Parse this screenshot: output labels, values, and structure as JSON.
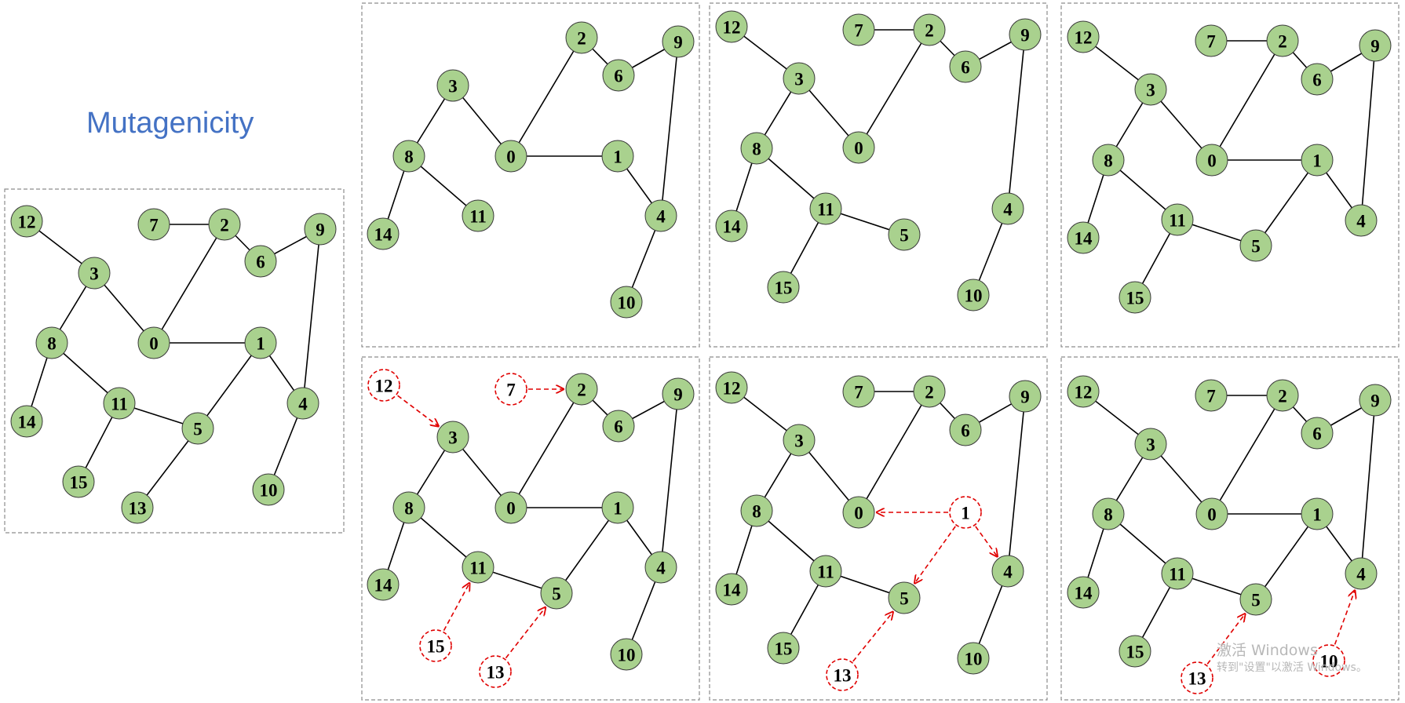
{
  "title": "Mutagenicity",
  "watermark": {
    "line1": "激活 Windows",
    "line2": "转到\"设置\"以激活 Windows。"
  },
  "colors": {
    "node_fill": "#a9d18e",
    "removed_stroke": "#e00000",
    "title": "#4472c4"
  },
  "panels": [
    {
      "id": "original",
      "nodes": [
        {
          "id": "12"
        },
        {
          "id": "7"
        },
        {
          "id": "2"
        },
        {
          "id": "9"
        },
        {
          "id": "6"
        },
        {
          "id": "3"
        },
        {
          "id": "8"
        },
        {
          "id": "0"
        },
        {
          "id": "1"
        },
        {
          "id": "14"
        },
        {
          "id": "11"
        },
        {
          "id": "5"
        },
        {
          "id": "4"
        },
        {
          "id": "15"
        },
        {
          "id": "13"
        },
        {
          "id": "10"
        }
      ],
      "edges": [
        [
          "12",
          "3"
        ],
        [
          "7",
          "2"
        ],
        [
          "2",
          "6"
        ],
        [
          "6",
          "9"
        ],
        [
          "2",
          "0"
        ],
        [
          "3",
          "0"
        ],
        [
          "3",
          "8"
        ],
        [
          "8",
          "14"
        ],
        [
          "8",
          "11"
        ],
        [
          "0",
          "1"
        ],
        [
          "1",
          "5"
        ],
        [
          "1",
          "4"
        ],
        [
          "9",
          "4"
        ],
        [
          "11",
          "5"
        ],
        [
          "11",
          "15"
        ],
        [
          "5",
          "13"
        ],
        [
          "4",
          "10"
        ]
      ]
    },
    {
      "id": "view-1",
      "nodes": [
        {
          "id": "2"
        },
        {
          "id": "9"
        },
        {
          "id": "6"
        },
        {
          "id": "3"
        },
        {
          "id": "8"
        },
        {
          "id": "0"
        },
        {
          "id": "1"
        },
        {
          "id": "11"
        },
        {
          "id": "4"
        },
        {
          "id": "14"
        },
        {
          "id": "10"
        }
      ],
      "edges": [
        [
          "3",
          "0"
        ],
        [
          "3",
          "8"
        ],
        [
          "8",
          "14"
        ],
        [
          "8",
          "11"
        ],
        [
          "0",
          "2"
        ],
        [
          "2",
          "6"
        ],
        [
          "6",
          "9"
        ],
        [
          "0",
          "1"
        ],
        [
          "1",
          "4"
        ],
        [
          "9",
          "4"
        ],
        [
          "4",
          "10"
        ]
      ]
    },
    {
      "id": "view-2",
      "nodes": [
        {
          "id": "12"
        },
        {
          "id": "7"
        },
        {
          "id": "2"
        },
        {
          "id": "9"
        },
        {
          "id": "6"
        },
        {
          "id": "3"
        },
        {
          "id": "0"
        },
        {
          "id": "8"
        },
        {
          "id": "11"
        },
        {
          "id": "14"
        },
        {
          "id": "5"
        },
        {
          "id": "4"
        },
        {
          "id": "15"
        },
        {
          "id": "10"
        }
      ],
      "edges": [
        [
          "12",
          "3"
        ],
        [
          "7",
          "2"
        ],
        [
          "2",
          "6"
        ],
        [
          "6",
          "9"
        ],
        [
          "3",
          "0"
        ],
        [
          "0",
          "2"
        ],
        [
          "3",
          "8"
        ],
        [
          "8",
          "14"
        ],
        [
          "8",
          "11"
        ],
        [
          "11",
          "5"
        ],
        [
          "11",
          "15"
        ],
        [
          "9",
          "4"
        ],
        [
          "4",
          "10"
        ]
      ]
    },
    {
      "id": "view-3",
      "nodes": [
        {
          "id": "12"
        },
        {
          "id": "7"
        },
        {
          "id": "2"
        },
        {
          "id": "9"
        },
        {
          "id": "6"
        },
        {
          "id": "3"
        },
        {
          "id": "8"
        },
        {
          "id": "0"
        },
        {
          "id": "1"
        },
        {
          "id": "11"
        },
        {
          "id": "14"
        },
        {
          "id": "4"
        },
        {
          "id": "5"
        },
        {
          "id": "15"
        }
      ],
      "edges": [
        [
          "12",
          "3"
        ],
        [
          "7",
          "2"
        ],
        [
          "2",
          "6"
        ],
        [
          "6",
          "9"
        ],
        [
          "2",
          "0"
        ],
        [
          "3",
          "0"
        ],
        [
          "3",
          "8"
        ],
        [
          "8",
          "14"
        ],
        [
          "8",
          "11"
        ],
        [
          "0",
          "1"
        ],
        [
          "1",
          "5"
        ],
        [
          "1",
          "4"
        ],
        [
          "9",
          "4"
        ],
        [
          "11",
          "5"
        ],
        [
          "11",
          "15"
        ]
      ]
    },
    {
      "id": "view-1-recovery",
      "nodes": [
        {
          "id": "12",
          "removed": true
        },
        {
          "id": "7",
          "removed": true
        },
        {
          "id": "2"
        },
        {
          "id": "9"
        },
        {
          "id": "6"
        },
        {
          "id": "3"
        },
        {
          "id": "8"
        },
        {
          "id": "0"
        },
        {
          "id": "1"
        },
        {
          "id": "11"
        },
        {
          "id": "5"
        },
        {
          "id": "4"
        },
        {
          "id": "14"
        },
        {
          "id": "15",
          "removed": true
        },
        {
          "id": "13",
          "removed": true
        },
        {
          "id": "10"
        }
      ],
      "edges": [
        [
          "3",
          "0"
        ],
        [
          "3",
          "8"
        ],
        [
          "8",
          "14"
        ],
        [
          "8",
          "11"
        ],
        [
          "0",
          "2"
        ],
        [
          "2",
          "6"
        ],
        [
          "6",
          "9"
        ],
        [
          "0",
          "1"
        ],
        [
          "1",
          "5"
        ],
        [
          "1",
          "4"
        ],
        [
          "9",
          "4"
        ],
        [
          "11",
          "5"
        ],
        [
          "4",
          "10"
        ]
      ],
      "dashed_edges": [
        [
          "12",
          "3"
        ],
        [
          "7",
          "2"
        ],
        [
          "15",
          "11"
        ],
        [
          "13",
          "5"
        ]
      ]
    },
    {
      "id": "view-2-recovery",
      "nodes": [
        {
          "id": "12"
        },
        {
          "id": "7"
        },
        {
          "id": "2"
        },
        {
          "id": "9"
        },
        {
          "id": "6"
        },
        {
          "id": "3"
        },
        {
          "id": "0"
        },
        {
          "id": "1",
          "removed": true
        },
        {
          "id": "8"
        },
        {
          "id": "11"
        },
        {
          "id": "4"
        },
        {
          "id": "5"
        },
        {
          "id": "14"
        },
        {
          "id": "15"
        },
        {
          "id": "13",
          "removed": true
        },
        {
          "id": "10"
        }
      ],
      "edges": [
        [
          "12",
          "3"
        ],
        [
          "7",
          "2"
        ],
        [
          "2",
          "6"
        ],
        [
          "6",
          "9"
        ],
        [
          "3",
          "0"
        ],
        [
          "0",
          "2"
        ],
        [
          "3",
          "8"
        ],
        [
          "8",
          "14"
        ],
        [
          "8",
          "11"
        ],
        [
          "11",
          "5"
        ],
        [
          "11",
          "15"
        ],
        [
          "9",
          "4"
        ],
        [
          "4",
          "10"
        ]
      ],
      "dashed_edges": [
        [
          "1",
          "0"
        ],
        [
          "1",
          "5"
        ],
        [
          "1",
          "4"
        ],
        [
          "13",
          "5"
        ]
      ]
    },
    {
      "id": "view-3-recovery",
      "nodes": [
        {
          "id": "12"
        },
        {
          "id": "7"
        },
        {
          "id": "2"
        },
        {
          "id": "9"
        },
        {
          "id": "6"
        },
        {
          "id": "3"
        },
        {
          "id": "8"
        },
        {
          "id": "0"
        },
        {
          "id": "1"
        },
        {
          "id": "11"
        },
        {
          "id": "14"
        },
        {
          "id": "4"
        },
        {
          "id": "5"
        },
        {
          "id": "15"
        },
        {
          "id": "13",
          "removed": true
        },
        {
          "id": "10",
          "removed": true
        }
      ],
      "edges": [
        [
          "12",
          "3"
        ],
        [
          "7",
          "2"
        ],
        [
          "2",
          "6"
        ],
        [
          "6",
          "9"
        ],
        [
          "2",
          "0"
        ],
        [
          "3",
          "0"
        ],
        [
          "3",
          "8"
        ],
        [
          "8",
          "14"
        ],
        [
          "8",
          "11"
        ],
        [
          "0",
          "1"
        ],
        [
          "1",
          "5"
        ],
        [
          "1",
          "4"
        ],
        [
          "9",
          "4"
        ],
        [
          "11",
          "5"
        ],
        [
          "11",
          "15"
        ]
      ],
      "dashed_edges": [
        [
          "13",
          "5"
        ],
        [
          "10",
          "4"
        ]
      ]
    }
  ]
}
